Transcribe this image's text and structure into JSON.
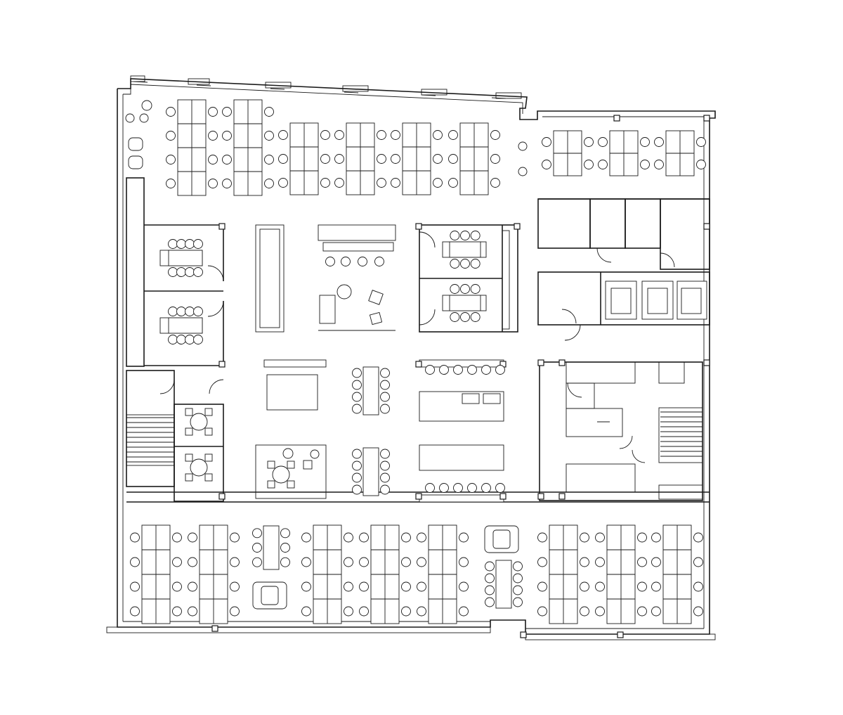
{
  "plan": {
    "type": "office floor plan",
    "open_office_north": {
      "desk_clusters": 6,
      "desk_clusters_east": 3
    },
    "open_office_south": {
      "desk_clusters": 9
    },
    "meeting_rooms_west": 2,
    "meeting_rooms_central": 2,
    "phone_rooms_west": 2,
    "stairs": 2,
    "elevators": 2
  }
}
